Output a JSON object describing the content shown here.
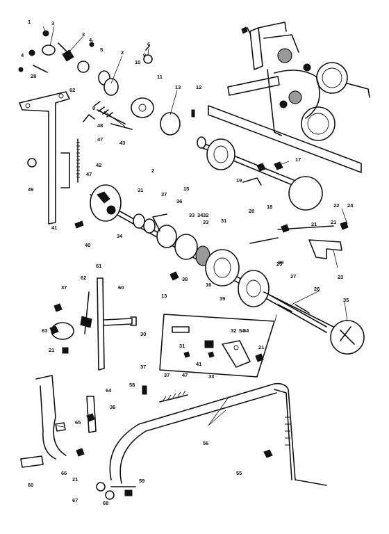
{
  "callouts": [
    {
      "id": "c1",
      "text": "1"
    },
    {
      "id": "c2",
      "text": "3"
    },
    {
      "id": "c3",
      "text": "3"
    },
    {
      "id": "c4",
      "text": "4"
    },
    {
      "id": "c5",
      "text": "5"
    },
    {
      "id": "c6",
      "text": "2"
    },
    {
      "id": "c7",
      "text": "6"
    },
    {
      "id": "c8",
      "text": "9"
    },
    {
      "id": "c9",
      "text": "10"
    },
    {
      "id": "c10",
      "text": "11"
    },
    {
      "id": "c11",
      "text": "4"
    },
    {
      "id": "c12",
      "text": "28"
    },
    {
      "id": "c13",
      "text": "62"
    },
    {
      "id": "c14",
      "text": "13"
    },
    {
      "id": "c15",
      "text": "12"
    },
    {
      "id": "c16",
      "text": "8"
    },
    {
      "id": "c17",
      "text": "48"
    },
    {
      "id": "c18",
      "text": "47"
    },
    {
      "id": "c19",
      "text": "43"
    },
    {
      "id": "c20",
      "text": "42"
    },
    {
      "id": "c21",
      "text": "47"
    },
    {
      "id": "c22",
      "text": "49"
    },
    {
      "id": "c23",
      "text": "2"
    },
    {
      "id": "c24",
      "text": "31"
    },
    {
      "id": "c25",
      "text": "37"
    },
    {
      "id": "c26",
      "text": "36"
    },
    {
      "id": "c27",
      "text": "15"
    },
    {
      "id": "c28",
      "text": "17"
    },
    {
      "id": "c29",
      "text": "19"
    },
    {
      "id": "c30",
      "text": "18"
    },
    {
      "id": "c31",
      "text": "20"
    },
    {
      "id": "c32",
      "text": "22"
    },
    {
      "id": "c33",
      "text": "24"
    },
    {
      "id": "c34",
      "text": "21"
    },
    {
      "id": "c35",
      "text": "23"
    },
    {
      "id": "c36",
      "text": "41"
    },
    {
      "id": "c37",
      "text": "40"
    },
    {
      "id": "c38",
      "text": "34"
    },
    {
      "id": "c39",
      "text": "33"
    },
    {
      "id": "c40",
      "text": "32"
    },
    {
      "id": "c41",
      "text": "25"
    },
    {
      "id": "c42",
      "text": "27"
    },
    {
      "id": "c43",
      "text": "26"
    },
    {
      "id": "c44",
      "text": "35"
    },
    {
      "id": "c45",
      "text": "13"
    },
    {
      "id": "c46",
      "text": "38"
    },
    {
      "id": "c47",
      "text": "39"
    },
    {
      "id": "c48",
      "text": "16"
    },
    {
      "id": "c49",
      "text": "37"
    },
    {
      "id": "c50",
      "text": "62"
    },
    {
      "id": "c51",
      "text": "61"
    },
    {
      "id": "c52",
      "text": "60"
    },
    {
      "id": "c53",
      "text": "63"
    },
    {
      "id": "c54",
      "text": "21"
    },
    {
      "id": "c55",
      "text": "30"
    },
    {
      "id": "c56",
      "text": "32"
    },
    {
      "id": "c57",
      "text": "54"
    },
    {
      "id": "c58",
      "text": "31"
    },
    {
      "id": "c59",
      "text": "21"
    },
    {
      "id": "c60",
      "text": "41"
    },
    {
      "id": "c61",
      "text": "33"
    },
    {
      "id": "c62",
      "text": "37"
    },
    {
      "id": "c63",
      "text": "58"
    },
    {
      "id": "c64",
      "text": "37"
    },
    {
      "id": "c65",
      "text": "47"
    },
    {
      "id": "c66",
      "text": "64"
    },
    {
      "id": "c67",
      "text": "36"
    },
    {
      "id": "c68",
      "text": "65"
    },
    {
      "id": "c69",
      "text": "60"
    },
    {
      "id": "c70",
      "text": "66"
    },
    {
      "id": "c71",
      "text": "21"
    },
    {
      "id": "c72",
      "text": "56"
    },
    {
      "id": "c73",
      "text": "55"
    },
    {
      "id": "c74",
      "text": "67"
    },
    {
      "id": "c75",
      "text": "68"
    },
    {
      "id": "c76",
      "text": "59"
    },
    {
      "id": "c77",
      "text": "54"
    },
    {
      "id": "c78",
      "text": "33"
    },
    {
      "id": "c79",
      "text": "21"
    },
    {
      "id": "c80",
      "text": "34"
    },
    {
      "id": "c81",
      "text": "31"
    },
    {
      "id": "c82",
      "text": "29"
    }
  ]
}
